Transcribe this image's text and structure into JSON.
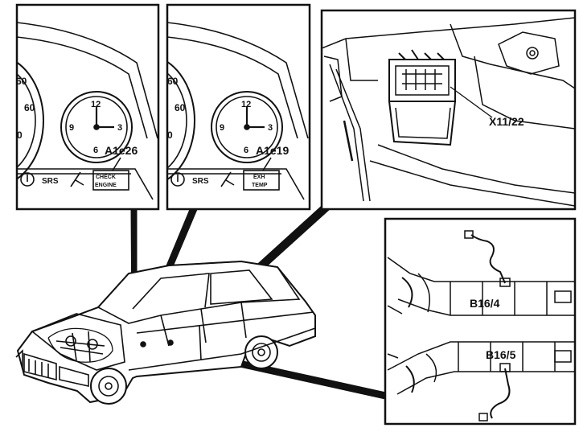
{
  "panels": {
    "cluster_left": {
      "gauge_numbers": [
        "60",
        "60",
        "0"
      ],
      "clock_numbers": [
        "12",
        "9",
        "3",
        "6"
      ],
      "callout": "A1e26",
      "srs": "SRS",
      "warning_line1": "CHECK",
      "warning_line2": "ENGINE"
    },
    "cluster_middle": {
      "gauge_numbers": [
        "60",
        "60",
        "0"
      ],
      "clock_numbers": [
        "12",
        "9",
        "3",
        "6"
      ],
      "callout": "A1e19",
      "srs": "SRS",
      "warning_line1": "EXH",
      "warning_line2": "TEMP"
    },
    "connector": {
      "callout": "X11/22"
    },
    "sensors": {
      "callout_upper": "B16/4",
      "callout_lower": "B16/5"
    }
  },
  "colors": {
    "ink": "#111111",
    "paper": "#ffffff"
  }
}
